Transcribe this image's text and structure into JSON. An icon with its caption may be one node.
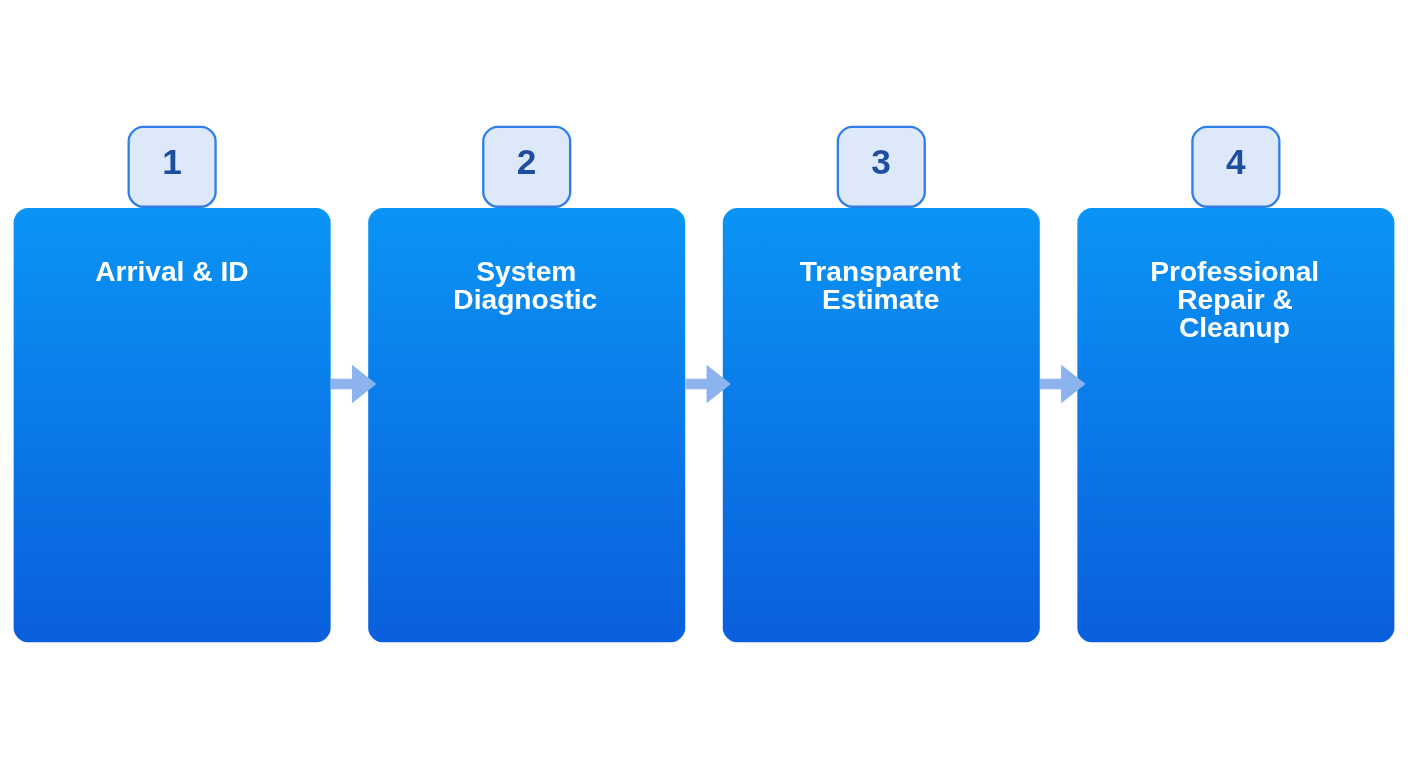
{
  "diagram": {
    "nodes": [
      {
        "text": [
          "1",
          "Arrival & ID"
        ]
      },
      {
        "text": [
          "2",
          "System Diagnostic"
        ]
      },
      {
        "text": [
          "3",
          "Transparent Estimate"
        ]
      },
      {
        "text": [
          "4",
          "Professional Repair & Cleanup"
        ]
      }
    ],
    "edges": [
      {
        "from": 0,
        "to": 1,
        "arrow": "to"
      },
      {
        "from": 1,
        "to": 2,
        "arrow": "to"
      },
      {
        "from": 2,
        "to": 3,
        "arrow": "to"
      }
    ]
  }
}
